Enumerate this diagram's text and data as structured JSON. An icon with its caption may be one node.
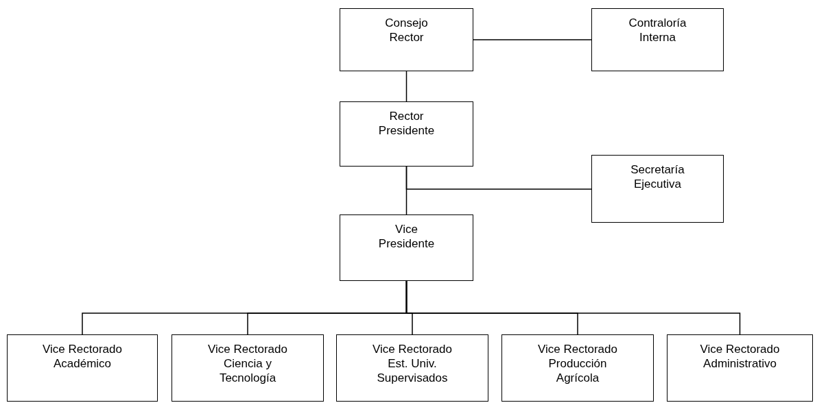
{
  "diagram": {
    "nodes": [
      {
        "text": [
          "Consejo Rector"
        ]
      },
      {
        "text": [
          "Contraloría Interna"
        ]
      },
      {
        "text": [
          "Rector Presidente"
        ]
      },
      {
        "text": [
          "Secretaría Ejecutiva"
        ]
      },
      {
        "text": [
          "Vice Presidente"
        ]
      },
      {
        "text": [
          "Vice Rectorado Académico"
        ]
      },
      {
        "text": [
          "Vice Rectorado Ciencia y Tecnología"
        ]
      },
      {
        "text": [
          "Vice Rectorado Est. Univ. Supervisados"
        ]
      },
      {
        "text": [
          "Vice Rectorado Producción Agrícola"
        ]
      },
      {
        "text": [
          "Vice Rectorado Administrativo"
        ]
      }
    ],
    "edges": [
      {
        "from": 0,
        "to": 1,
        "arrow": "none"
      },
      {
        "from": 0,
        "to": 2,
        "arrow": "none"
      },
      {
        "from": 2,
        "to": 4,
        "arrow": "none"
      },
      {
        "from": 2,
        "to": 3,
        "arrow": "none"
      },
      {
        "from": 4,
        "to": 5,
        "arrow": "none"
      },
      {
        "from": 4,
        "to": 6,
        "arrow": "none"
      },
      {
        "from": 4,
        "to": 7,
        "arrow": "none"
      },
      {
        "from": 4,
        "to": 8,
        "arrow": "none"
      },
      {
        "from": 4,
        "to": 9,
        "arrow": "none"
      }
    ]
  }
}
